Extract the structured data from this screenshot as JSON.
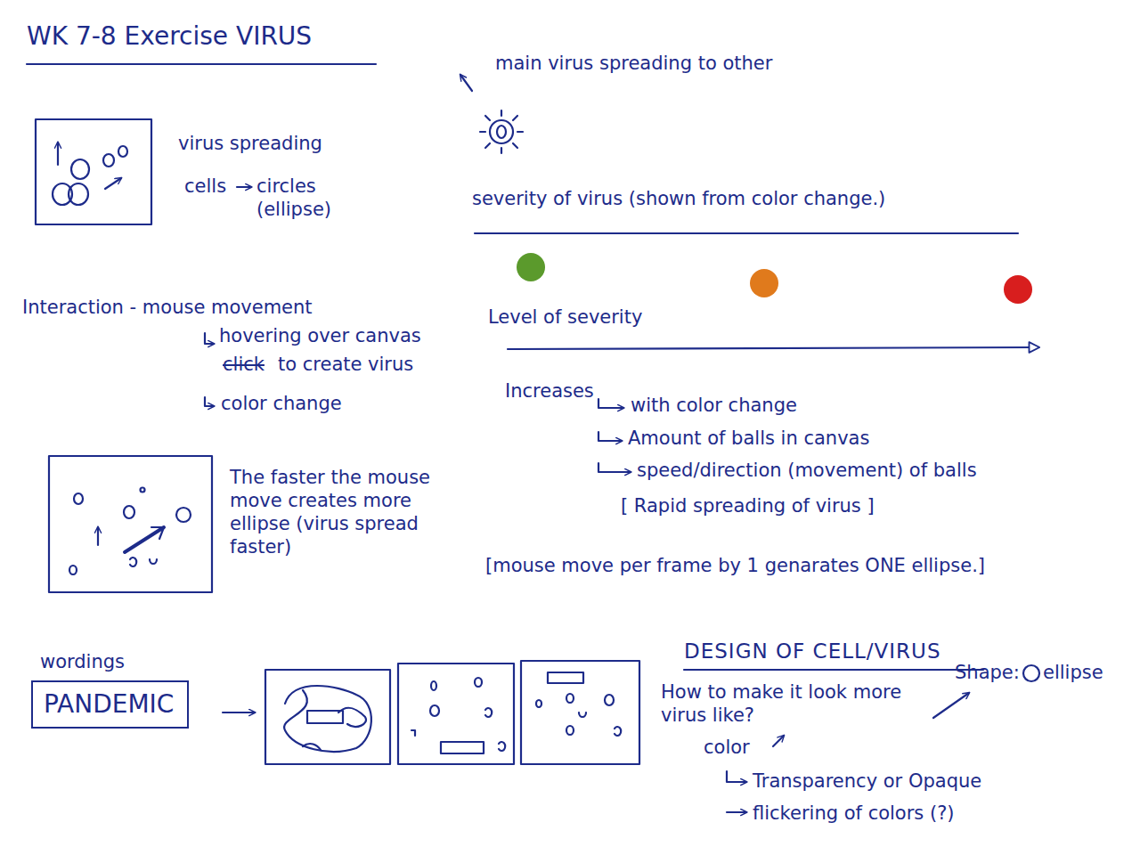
{
  "diagram": {
    "title": "WK 7-8 Exercise VIRUS",
    "nodes": [
      {
        "text": [
          "PANDEMIC"
        ]
      }
    ],
    "labels": [
      "virus spreading",
      "cells",
      "circles (ellipse)",
      "main virus spreading to other",
      "severity of virus (shown from color change.)",
      "Level of severity",
      "Interaction - mouse movement",
      "hovering over canvas",
      "click",
      "to create virus",
      "color change",
      "Increases",
      "with color change",
      "Amount of balls in canvas",
      "speed/direction (movement) of balls",
      "[ Rapid spreading of virus ]",
      "The faster the mouse move creates more ellipse (virus spread faster)",
      "[mouse move per frame by 1 genarates ONE ellipse.]",
      "wordings",
      "DESIGN OF CELL/VIRUS",
      "How to make it look more virus like?",
      "Shape:",
      "ellipse",
      "color",
      "Transparency or Opaque",
      "flickering of colors (?)"
    ]
  }
}
